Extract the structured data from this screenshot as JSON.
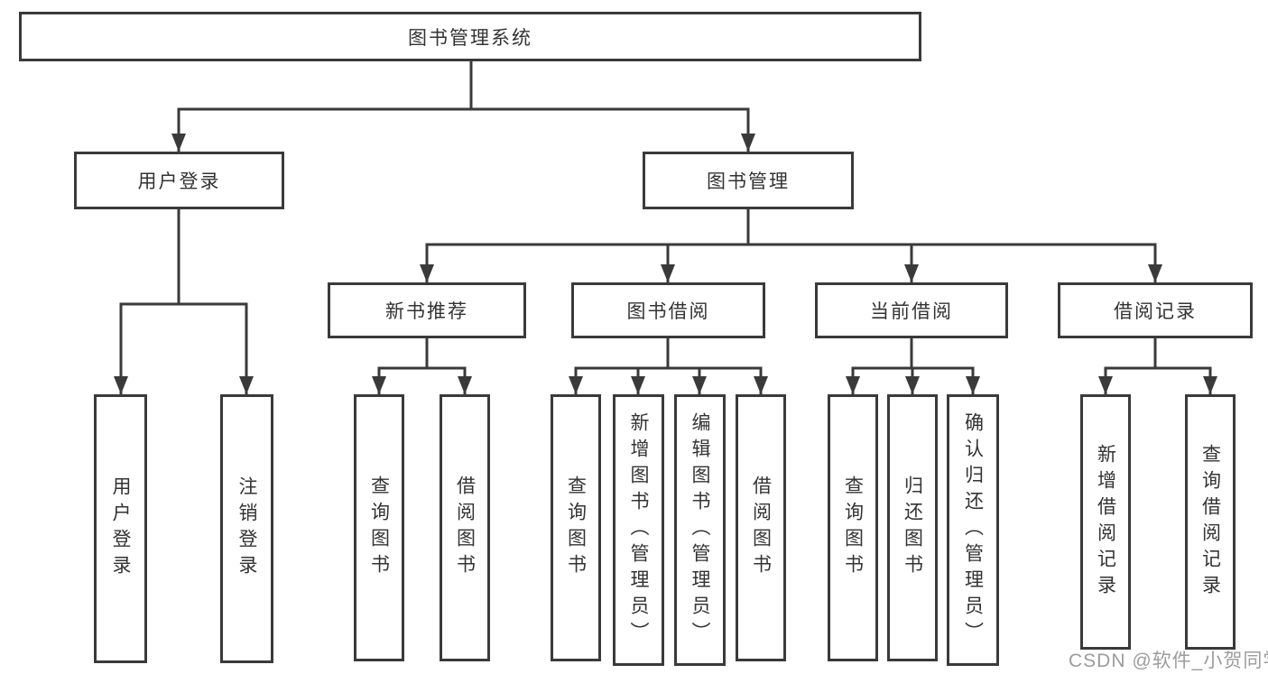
{
  "diagram": {
    "title_node": {
      "label": "图书管理系统"
    },
    "level2": [
      {
        "label": "用户登录"
      },
      {
        "label": "图书管理"
      }
    ],
    "level3": [
      {
        "label": "新书推荐"
      },
      {
        "label": "图书借阅"
      },
      {
        "label": "当前借阅"
      },
      {
        "label": "借阅记录"
      }
    ],
    "leaves": {
      "user_login": [
        "用户登录",
        "注销登录"
      ],
      "new_book_recommend": [
        "查询图书",
        "借阅图书"
      ],
      "book_borrow": [
        "查询图书",
        "新增图书（管理员）",
        "编辑图书（管理员）",
        "借阅图书"
      ],
      "current_borrow": [
        "查询图书",
        "归还图书",
        "确认归还（管理员）"
      ],
      "borrow_records": [
        "新增借阅记录",
        "查询借阅记录"
      ]
    }
  },
  "watermark": {
    "text": "CSDN @软件_小贺同学"
  },
  "colors": {
    "line": "#3a3a3a",
    "box_border": "#3a3a3a",
    "box_fill": "#ffffff",
    "text": "#333333",
    "watermark": "#9c9c9c",
    "background": "#ffffff"
  }
}
